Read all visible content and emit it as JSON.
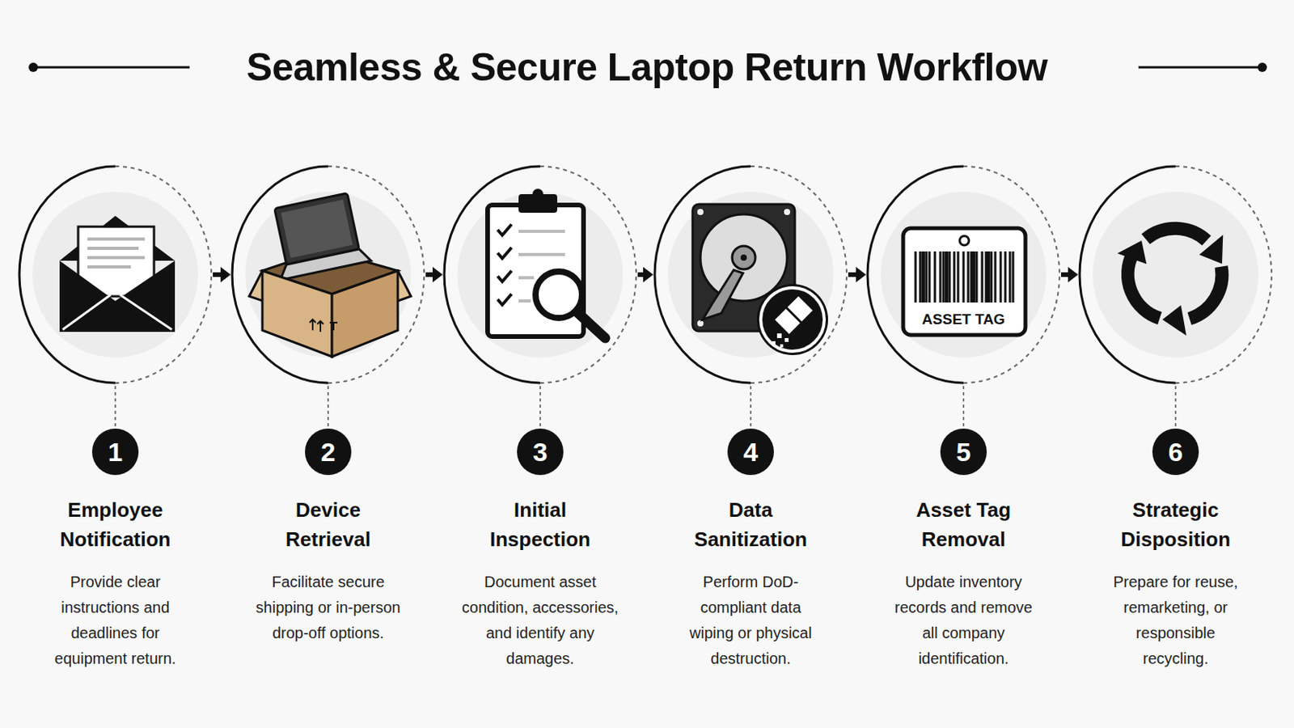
{
  "diagram": {
    "title": "Seamless & Secure Laptop Return Workflow",
    "nodes": [
      {
        "text": [
          "1",
          "Employee Notification",
          "Provide clear instructions and deadlines for equipment return."
        ]
      },
      {
        "text": [
          "2",
          "Device Retrieval",
          "Facilitate secure shipping or in-person drop-off options."
        ]
      },
      {
        "text": [
          "3",
          "Initial Inspection",
          "Document asset condition, accessories, and identify any damages."
        ]
      },
      {
        "text": [
          "4",
          "Data Sanitization",
          "Perform DoD-compliant data wiping or physical destruction."
        ]
      },
      {
        "text": [
          "5",
          "Asset Tag Removal",
          "Update inventory records and remove all company identification."
        ]
      },
      {
        "text": [
          "6",
          "Strategic Disposition",
          "Prepare for reuse, remarketing, or responsible recycling."
        ]
      }
    ],
    "edges": [
      {
        "from": 0,
        "to": 1,
        "arrow": "to"
      },
      {
        "from": 1,
        "to": 2,
        "arrow": "to"
      },
      {
        "from": 2,
        "to": 3,
        "arrow": "to"
      },
      {
        "from": 3,
        "to": 4,
        "arrow": "to"
      },
      {
        "from": 4,
        "to": 5,
        "arrow": "to"
      }
    ],
    "labels": [
      "ASSET TAG"
    ]
  }
}
